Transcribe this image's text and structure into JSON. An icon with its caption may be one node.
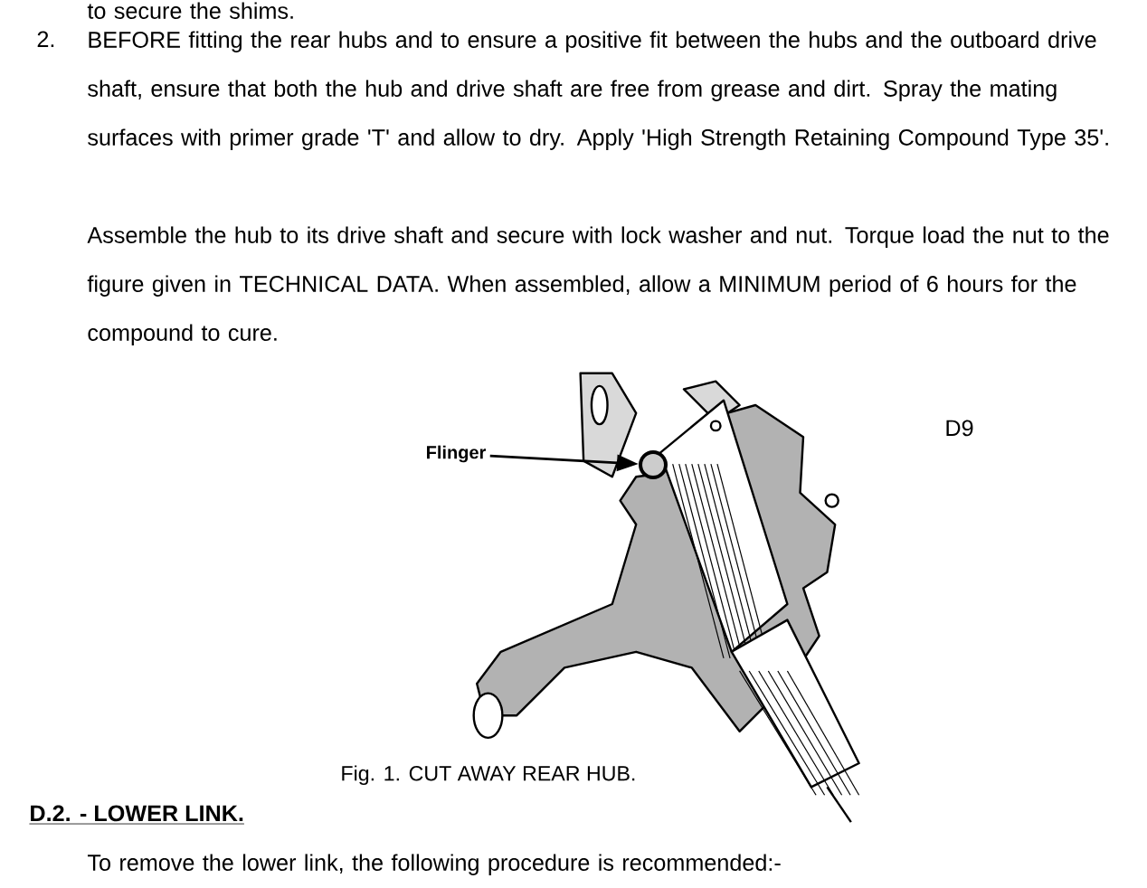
{
  "diagram": {
    "caption": "Fig. 1. CUT AWAY REAR HUB.",
    "nodes": [
      {
        "text": [
          "Flinger"
        ]
      },
      {
        "text": [],
        "shape": "circle"
      }
    ],
    "edges": [
      {
        "from": 0,
        "to": 1,
        "arrow": "to"
      }
    ],
    "labels": [
      "to secure the shims.",
      "2.",
      "BEFORE fitting the rear hubs and to ensure a positive fit between the hubs and the outboard drive shaft, ensure that both the hub and drive shaft are free from grease and dirt. Spray the mating surfaces with primer grade 'T' and allow to dry. Apply 'High Strength Retaining Compound Type 35'.",
      "Assemble the hub to its drive shaft and secure with lock washer and nut. Torque load the nut to the figure given in TECHNICAL DATA. When assembled, allow a MINIMUM period of 6 hours for the compound to cure.",
      "D9",
      "D.2. - LOWER LINK.",
      "To remove the lower link, the following procedure is recommended:-"
    ]
  }
}
